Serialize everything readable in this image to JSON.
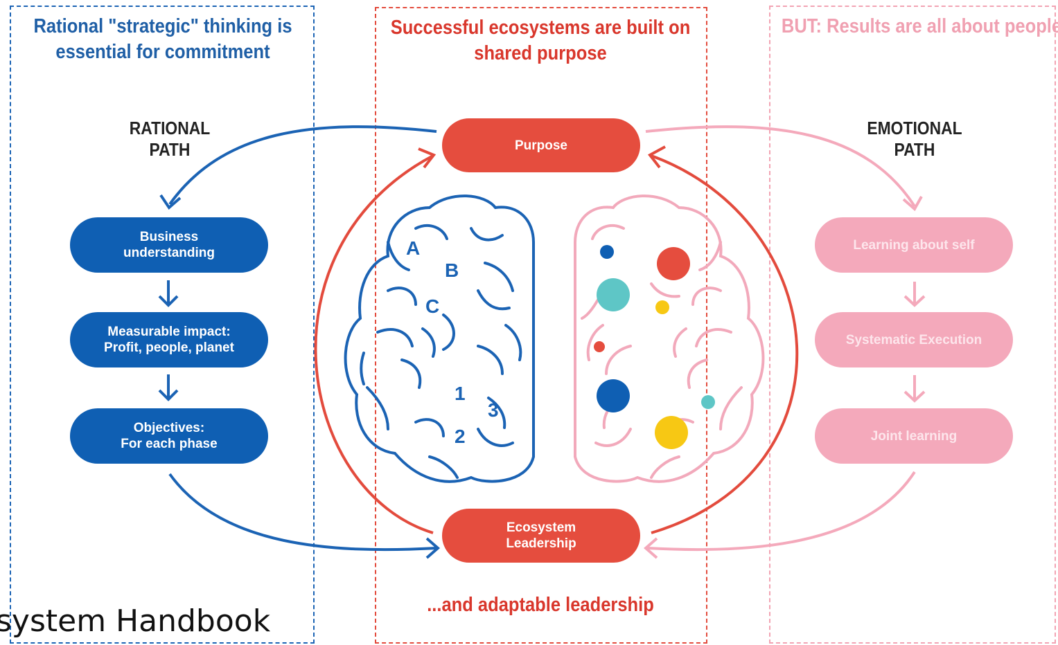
{
  "headings": {
    "left": "Rational \"strategic\" thinking is essential for commitment",
    "center": "Successful ecosystems are built on shared purpose",
    "right": "BUT: Results are all about people",
    "bottom": "...and adaptable leadership"
  },
  "paths": {
    "rational": "RATIONAL\nPATH",
    "emotional": "EMOTIONAL\nPATH"
  },
  "rational_steps": [
    "Business\nunderstanding",
    "Measurable impact:\nProfit, people, planet",
    "Objectives:\nFor each phase"
  ],
  "emotional_steps": [
    "Learning about self",
    "Systematic Execution",
    "Joint learning"
  ],
  "center_nodes": {
    "purpose": "Purpose",
    "leadership": "Ecosystem\nLeadership"
  },
  "brain_labels": {
    "a": "A",
    "b": "B",
    "c": "C",
    "n1": "1",
    "n2": "2",
    "n3": "3"
  },
  "footer": "system Handbook",
  "colors": {
    "blue": "#0f5fb3",
    "red": "#e54d3e",
    "pink": "#f4a9bb",
    "dot_teal": "#5ec6c6",
    "dot_yellow": "#f7c814"
  }
}
